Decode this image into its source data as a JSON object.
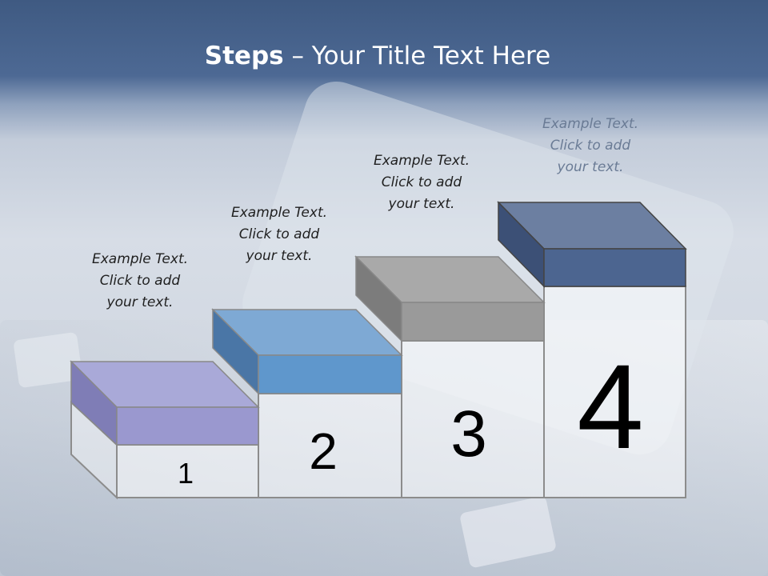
{
  "slide": {
    "title_bold": "Steps",
    "title_rest": " – Your Title Text Here"
  },
  "steps": [
    {
      "number": "1",
      "caption_line1": "Example Text.",
      "caption_line2": "Click  to add",
      "caption_line3": "your text.",
      "color_top": "#a9a9d8",
      "color_front": "#9a98cf",
      "color_side": "#7f7db6"
    },
    {
      "number": "2",
      "caption_line1": "Example Text.",
      "caption_line2": "Click  to add",
      "caption_line3": "your text.",
      "color_top": "#7ea9d4",
      "color_front": "#5f97cc",
      "color_side": "#4a76a6"
    },
    {
      "number": "3",
      "caption_line1": "Example Text.",
      "caption_line2": "Click  to add",
      "caption_line3": "your text.",
      "color_top": "#a9a9a9",
      "color_front": "#9a9a9a",
      "color_side": "#7c7c7c"
    },
    {
      "number": "4",
      "caption_line1": "Example Text.",
      "caption_line2": "Click  to add",
      "caption_line3": "your text.",
      "color_top": "#6c7fa1",
      "color_front": "#4c6590",
      "color_side": "#3c5076"
    }
  ]
}
